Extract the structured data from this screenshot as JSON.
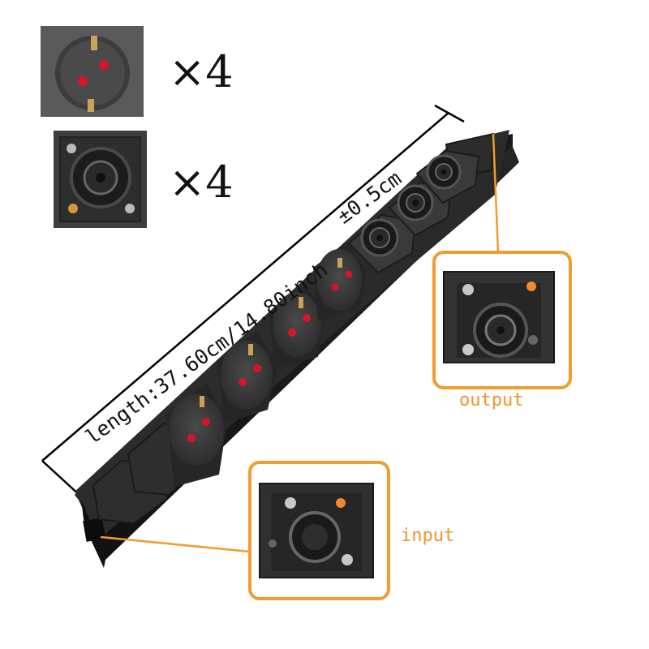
{
  "legend": {
    "socket_count": "×4",
    "speakon_count": "×4"
  },
  "dimensions": {
    "length": "length:37.60cm/14.80inch",
    "tolerance": "±0.5cm"
  },
  "callouts": {
    "output": "output",
    "input": "input"
  },
  "colors": {
    "accent": "#f39b2e",
    "body": "#2a2a2a",
    "socket_pin_red": "#d8142a"
  }
}
